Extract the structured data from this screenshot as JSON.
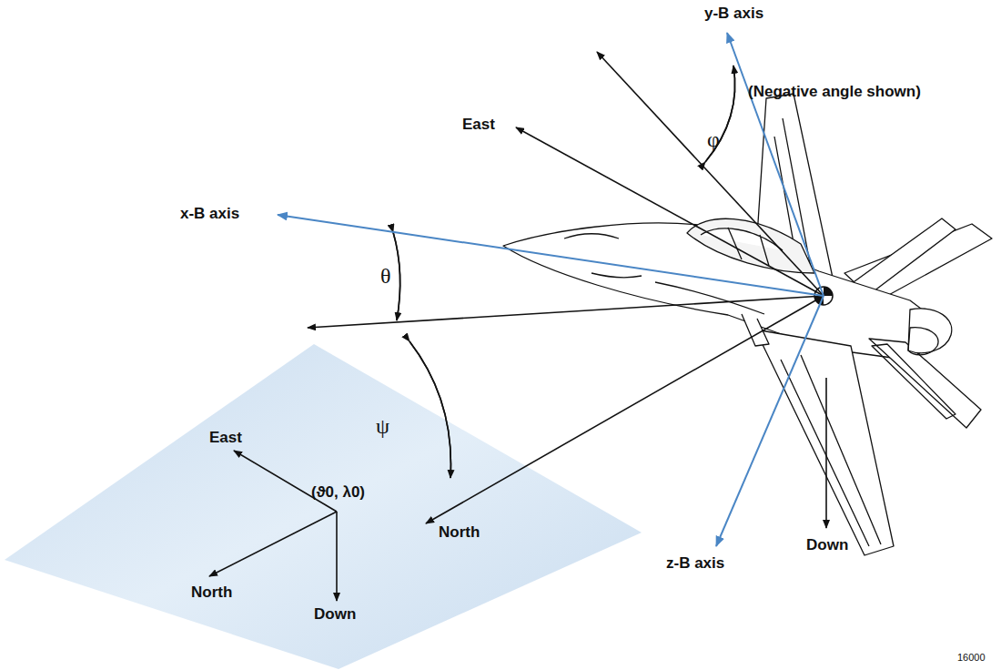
{
  "diagram": {
    "labels": [
      "y-B axis",
      "φ",
      "(Negative angle shown)",
      "East",
      "x-B axis",
      "θ",
      "ψ",
      "East",
      "(ϑ0, λ0)",
      "North",
      "North",
      "Down",
      "z-B axis",
      "Down",
      "16000"
    ]
  }
}
